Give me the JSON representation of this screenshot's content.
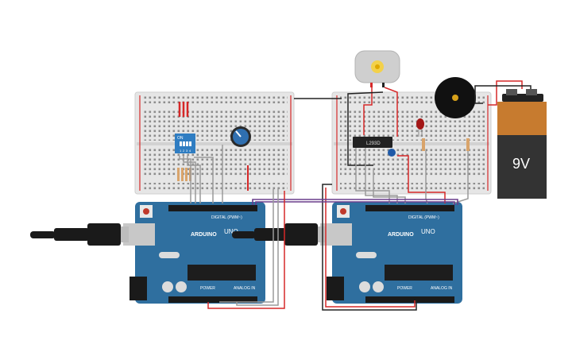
{
  "circuit": {
    "left_board": {
      "brand": "ARDUINO",
      "model": "UNO",
      "digital_label": "DIGITAL (PWM~)",
      "power_label": "POWER",
      "analog_label": "ANALOG IN"
    },
    "right_board": {
      "brand": "ARDUINO",
      "model": "UNO",
      "digital_label": "DIGITAL (PWM~)",
      "power_label": "POWER",
      "analog_label": "ANALOG IN"
    },
    "dip_switch": {
      "label": "ON",
      "numbers": [
        "1",
        "2",
        "3",
        "4"
      ]
    },
    "driver_chip": {
      "label": "L293D"
    },
    "battery": {
      "label": "9V"
    }
  },
  "colors": {
    "board_blue": "#2f6f9f",
    "breadboard": "#e6e6e6",
    "wire_red": "#d62828",
    "wire_black": "#222222",
    "wire_gray": "#9a9a9a",
    "wire_purple": "#6a3d8c",
    "battery_orange": "#c77b2f",
    "battery_dark": "#333333"
  }
}
